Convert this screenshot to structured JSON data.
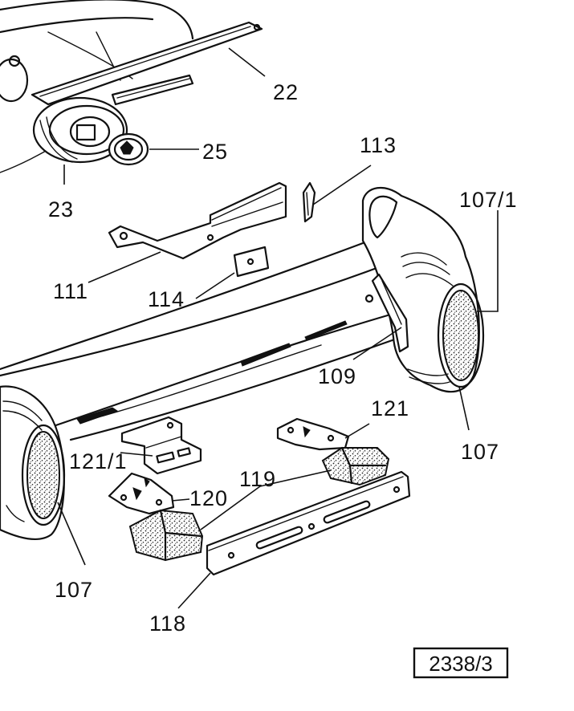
{
  "labels": {
    "p22": "22",
    "p23": "23",
    "p25": "25",
    "p113": "113",
    "p107_1": "107/1",
    "p111": "111",
    "p114": "114",
    "p109": "109",
    "p121": "121",
    "p107_right": "107",
    "p121_1": "121/1",
    "p119": "119",
    "p120": "120",
    "p107_left": "107",
    "p118": "118"
  },
  "reference": "2338/3"
}
